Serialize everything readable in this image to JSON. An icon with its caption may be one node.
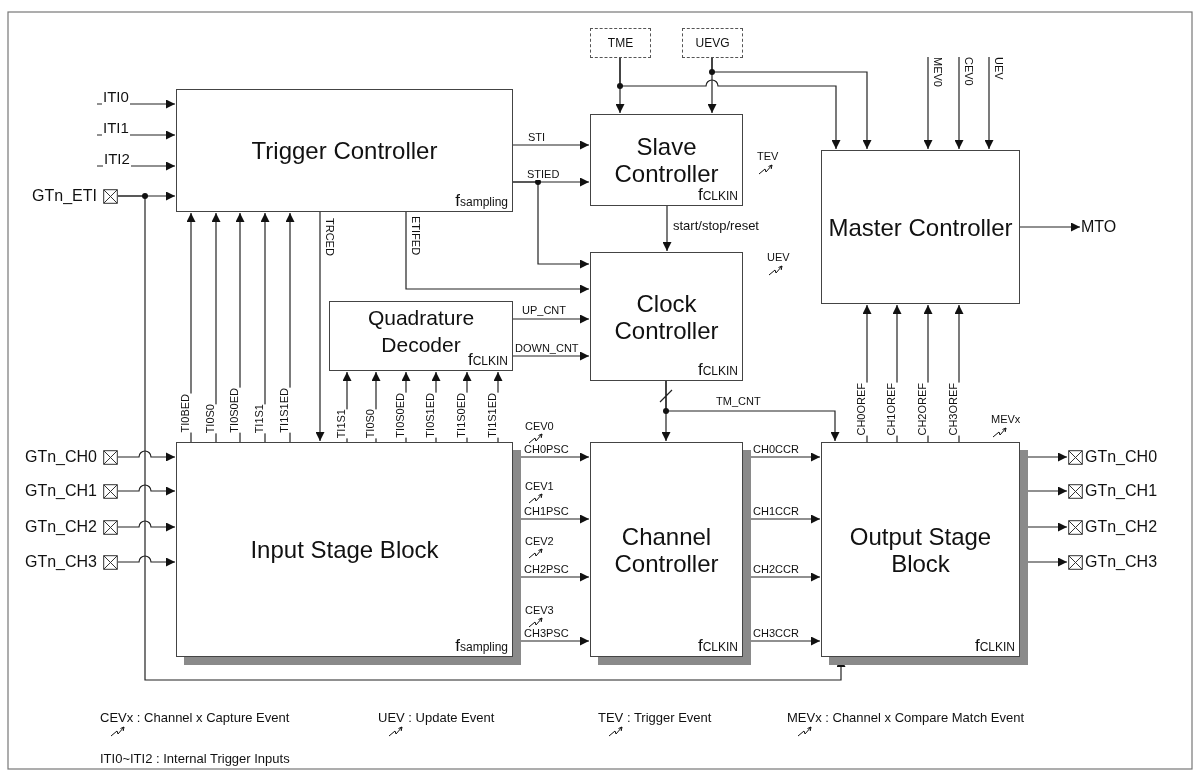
{
  "diagram": {
    "nodes": [
      {
        "text": [
          "Trigger Controller",
          "fsampling"
        ]
      },
      {
        "text": [
          "Slave Controller",
          "fCLKIN"
        ],
        "beside": [
          "TEV"
        ]
      },
      {
        "text": [
          "Clock Controller",
          "fCLKIN"
        ],
        "beside": [
          "UEV"
        ]
      },
      {
        "text": [
          "Master Controller"
        ]
      },
      {
        "text": [
          "Quadrature Decoder",
          "fCLKIN"
        ]
      },
      {
        "text": [
          "Input Stage Block",
          "fsampling"
        ]
      },
      {
        "text": [
          "Channel Controller",
          "fCLKIN"
        ]
      },
      {
        "text": [
          "Output Stage Block",
          "fCLKIN"
        ],
        "beside": [
          "MEVx"
        ]
      },
      {
        "text": [
          "TME"
        ]
      },
      {
        "text": [
          "UEVG"
        ]
      },
      {
        "text": [
          "GTn_ETI"
        ]
      },
      {
        "text": [
          "GTn_CH0"
        ]
      },
      {
        "text": [
          "GTn_CH1"
        ]
      },
      {
        "text": [
          "GTn_CH2"
        ]
      },
      {
        "text": [
          "GTn_CH3"
        ]
      },
      {
        "text": [
          "GTn_CH0"
        ]
      },
      {
        "text": [
          "GTn_CH1"
        ]
      },
      {
        "text": [
          "GTn_CH2"
        ]
      },
      {
        "text": [
          "GTn_CH3"
        ]
      },
      {
        "text": [
          "MTO"
        ]
      }
    ],
    "edges": [
      {
        "from": null,
        "to": 0,
        "arrow": "to",
        "label": "ITI0"
      },
      {
        "from": null,
        "to": 0,
        "arrow": "to",
        "label": "ITI1"
      },
      {
        "from": null,
        "to": 0,
        "arrow": "to",
        "label": "ITI2"
      },
      {
        "from": 10,
        "to": 0,
        "arrow": "to"
      },
      {
        "from": 10,
        "to": 7,
        "arrow": "to"
      },
      {
        "from": 11,
        "to": 5,
        "arrow": "to"
      },
      {
        "from": 12,
        "to": 5,
        "arrow": "to"
      },
      {
        "from": 13,
        "to": 5,
        "arrow": "to"
      },
      {
        "from": 14,
        "to": 5,
        "arrow": "to"
      },
      {
        "from": 8,
        "to": 1,
        "arrow": "to"
      },
      {
        "from": 8,
        "to": 3,
        "arrow": "to"
      },
      {
        "from": 9,
        "to": 1,
        "arrow": "to"
      },
      {
        "from": 9,
        "to": 3,
        "arrow": "to"
      },
      {
        "from": null,
        "to": 3,
        "arrow": "to",
        "label": "MEV0"
      },
      {
        "from": null,
        "to": 3,
        "arrow": "to",
        "label": "CEV0"
      },
      {
        "from": null,
        "to": 3,
        "arrow": "to",
        "label": "UEV"
      },
      {
        "from": 0,
        "to": 1,
        "arrow": "to",
        "label": "STI"
      },
      {
        "from": 0,
        "to": 1,
        "arrow": "to",
        "label": "STIED"
      },
      {
        "from": 0,
        "to": 2,
        "arrow": "to"
      },
      {
        "from": 0,
        "to": 2,
        "arrow": "to",
        "label": "ETIFED"
      },
      {
        "from": 0,
        "to": 5,
        "arrow": "to",
        "label": "TRCED"
      },
      {
        "from": 5,
        "to": 0,
        "arrow": "to",
        "label": "TI0BED"
      },
      {
        "from": 5,
        "to": 0,
        "arrow": "to",
        "label": "TI0S0"
      },
      {
        "from": 5,
        "to": 0,
        "arrow": "to",
        "label": "TI0S0ED"
      },
      {
        "from": 5,
        "to": 0,
        "arrow": "to",
        "label": "TI1S1"
      },
      {
        "from": 5,
        "to": 0,
        "arrow": "to",
        "label": "TI1S1ED"
      },
      {
        "from": 5,
        "to": 4,
        "arrow": "to",
        "label": "TI1S1"
      },
      {
        "from": 5,
        "to": 4,
        "arrow": "to",
        "label": "TI0S0"
      },
      {
        "from": 5,
        "to": 4,
        "arrow": "to",
        "label": "TI0S0ED"
      },
      {
        "from": 5,
        "to": 4,
        "arrow": "to",
        "label": "TI0S1ED"
      },
      {
        "from": 5,
        "to": 4,
        "arrow": "to",
        "label": "TI1S0ED"
      },
      {
        "from": 5,
        "to": 4,
        "arrow": "to",
        "label": "TI1S1ED"
      },
      {
        "from": 1,
        "to": 2,
        "arrow": "to",
        "label": "start/stop/reset"
      },
      {
        "from": 4,
        "to": 2,
        "arrow": "to",
        "label": "UP_CNT"
      },
      {
        "from": 4,
        "to": 2,
        "arrow": "to",
        "label": "DOWN_CNT"
      },
      {
        "from": 2,
        "to": 6,
        "arrow": "to"
      },
      {
        "from": 2,
        "to": 7,
        "arrow": "to",
        "label": "TM_CNT"
      },
      {
        "from": 3,
        "to": 19,
        "arrow": "to"
      },
      {
        "from": 5,
        "to": 6,
        "arrow": "to",
        "label": "CH0PSC"
      },
      {
        "from": 5,
        "to": 6,
        "arrow": "to",
        "label": "CH1PSC"
      },
      {
        "from": 5,
        "to": 6,
        "arrow": "to",
        "label": "CH2PSC"
      },
      {
        "from": 5,
        "to": 6,
        "arrow": "to",
        "label": "CH3PSC"
      },
      {
        "from": 6,
        "to": 7,
        "arrow": "to",
        "label": "CH0CCR"
      },
      {
        "from": 6,
        "to": 7,
        "arrow": "to",
        "label": "CH1CCR"
      },
      {
        "from": 6,
        "to": 7,
        "arrow": "to",
        "label": "CH2CCR"
      },
      {
        "from": 6,
        "to": 7,
        "arrow": "to",
        "label": "CH3CCR"
      },
      {
        "from": 7,
        "to": 3,
        "arrow": "to",
        "label": "CH0OREF"
      },
      {
        "from": 7,
        "to": 3,
        "arrow": "to",
        "label": "CH1OREF"
      },
      {
        "from": 7,
        "to": 3,
        "arrow": "to",
        "label": "CH2OREF"
      },
      {
        "from": 7,
        "to": 3,
        "arrow": "to",
        "label": "CH3OREF"
      },
      {
        "from": 7,
        "to": 15,
        "arrow": "to"
      },
      {
        "from": 7,
        "to": 16,
        "arrow": "to"
      },
      {
        "from": 7,
        "to": 17,
        "arrow": "to"
      },
      {
        "from": 7,
        "to": 18,
        "arrow": "to"
      }
    ],
    "labels": [
      "CEV0",
      "CEV1",
      "CEV2",
      "CEV3",
      "ITI0~ITI2 : Internal Trigger Inputs"
    ],
    "legend": [
      {
        "text": "CEVx : Channel x Capture Event"
      },
      {
        "text": "UEV : Update Event"
      },
      {
        "text": "TEV : Trigger Event"
      },
      {
        "text": "MEVx : Channel x Compare Match Event"
      }
    ]
  }
}
